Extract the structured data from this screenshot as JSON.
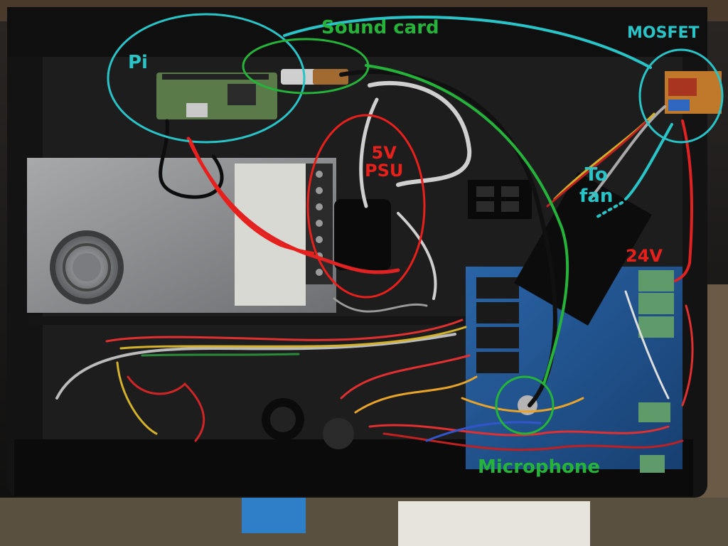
{
  "annotations": {
    "pi": {
      "text": "Pi",
      "color": "#29c4c8"
    },
    "sound_card": {
      "text": "Sound card",
      "color": "#25b33a"
    },
    "mosfet": {
      "text": "MOSFET",
      "color": "#29c4c8"
    },
    "psu_line1": {
      "text": "5V",
      "color": "#e8201c"
    },
    "psu_line2": {
      "text": "PSU",
      "color": "#e8201c"
    },
    "to_fan_line1": {
      "text": "To",
      "color": "#29c4c8"
    },
    "to_fan_line2": {
      "text": "fan",
      "color": "#29c4c8"
    },
    "v24": {
      "text": "24V",
      "color": "#e8201c"
    },
    "microphone": {
      "text": "Microphone",
      "color": "#25b33a"
    }
  },
  "colors": {
    "cyan_annotation": "#29c4c8",
    "green_annotation": "#25b33a",
    "red_annotation": "#e8201c",
    "enclosure": "#141414",
    "psu_metal": "#8f9194",
    "board_blue": "#1d4f8a"
  }
}
